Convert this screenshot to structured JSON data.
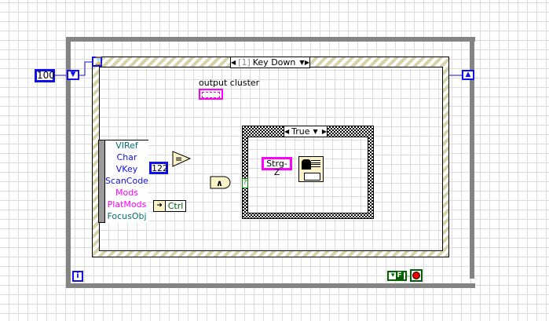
{
  "while_loop": {
    "iteration_icon": "i",
    "stop": "stop-if-true"
  },
  "timeout_constant": "100",
  "event_structure": {
    "selector_index": "[1]",
    "selector_label": "Key Down",
    "output_label": "output cluster"
  },
  "unbundle": {
    "items": [
      {
        "label": "VIRef",
        "color": "#007070"
      },
      {
        "label": "Char",
        "color": "#1010e8"
      },
      {
        "label": "VKey",
        "color": "#1010e8"
      },
      {
        "label": "ScanCode",
        "color": "#1010e8"
      },
      {
        "label": "Mods",
        "color": "#ff00ff"
      },
      {
        "label": "PlatMods",
        "color": "#ff00ff"
      },
      {
        "label": "FocusObj",
        "color": "#007070"
      }
    ]
  },
  "char_constant": "122",
  "equal_symbol": "=",
  "and_symbol": "∧",
  "ctrl_label": "Ctrl",
  "case_structure": {
    "selector_label": "True",
    "terminal": "?"
  },
  "string_constant": "Strg-Z",
  "bool_constant": "F"
}
